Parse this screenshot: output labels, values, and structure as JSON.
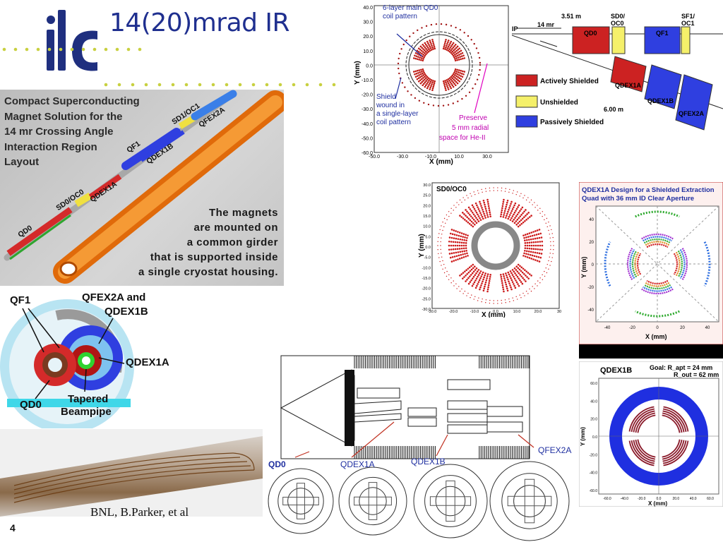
{
  "slide": {
    "title": "14(20)mrad IR",
    "logo_text": "ilc",
    "credit": "BNL, B.Parker, et al",
    "page_number": "4"
  },
  "magnet_photo": {
    "caption_lines": [
      "Compact Superconducting",
      "Magnet Solution for the",
      "14 mr Crossing Angle",
      "Interaction Region",
      "Layout"
    ],
    "note_lines": [
      "The magnets",
      "are mounted on",
      "a common girder",
      "that is supported inside",
      "a single cryostat housing."
    ],
    "labels": [
      "QD0",
      "SD0/OC0",
      "QDEX1A",
      "QF1",
      "QDEX1B",
      "SD1/OC1",
      "QFEX2A"
    ]
  },
  "cross_section": {
    "labels": [
      "QF1",
      "QFEX2A and",
      "QDEX1B",
      "QDEX1A",
      "QD0",
      "Tapered",
      "Beampipe"
    ]
  },
  "plot_qd0": {
    "annotations": [
      "6-layer main QD0",
      "coil pattern",
      "Shield",
      "wound in",
      "a single-layer",
      "coil pattern",
      "Preserve",
      "5 mm radial",
      "space for He-II"
    ],
    "xlabel": "X (mm)",
    "ylabel": "Y (mm)",
    "yticks": [
      "40.0",
      "30.0",
      "20.0",
      "10.0",
      "0.0",
      "-10.0",
      "-20.0",
      "-30.0",
      "-40.0",
      "-50.0",
      "-60.0"
    ],
    "xticks": [
      "-50.0",
      "-30.0",
      "-10.0",
      "10.0",
      "30.0"
    ]
  },
  "layout_diagram": {
    "labels": [
      "IP",
      "14 mr",
      "3.51 m",
      "QD0",
      "SD0/",
      "OC0",
      "QF1",
      "SF1/",
      "OC1",
      "QDEX1A",
      "QDEX1B",
      "QFEX2A",
      "6.00 m"
    ],
    "legend": [
      "Actively Shielded",
      "Unshielded",
      "Passively Shielded"
    ],
    "colors": {
      "active": "#cc2222",
      "unshielded": "#f5f06a",
      "passive": "#2f3fe0"
    }
  },
  "plot_sd0": {
    "title": "SD0/OC0",
    "xlabel": "X (mm)",
    "ylabel": "Y (mm)",
    "yticks": [
      "30.0",
      "25.0",
      "20.0",
      "15.0",
      "10.0",
      "5.0",
      "0.0",
      "-5.0",
      "-10.0",
      "-15.0",
      "-20.0",
      "-25.0",
      "-30.0"
    ],
    "xticks": [
      "-30.0",
      "-20.0",
      "-10.0",
      "0.0",
      "10.0",
      "20.0",
      "30"
    ]
  },
  "plot_qdex1a": {
    "title_lines": [
      "QDEX1A Design for a Shielded Extraction",
      "Quad with 36 mm ID Clear Aperture"
    ],
    "xlabel": "X (mm)",
    "ylabel": "Y (mm)",
    "yticks": [
      "40",
      "20",
      "0",
      "-20",
      "-40"
    ],
    "xticks": [
      "-40",
      "-20",
      "0",
      "20",
      "40"
    ]
  },
  "plot_qdex1b": {
    "title": "QDEX1B",
    "goal_lines": [
      "Goal: R_apt = 24 mm",
      "R_out = 62 mm"
    ],
    "xlabel": "X (mm)",
    "ylabel": "Y (mm)",
    "yticks": [
      "60.0",
      "40.0",
      "20.0",
      "0.0",
      "-20.0",
      "-40.0",
      "-60.0"
    ],
    "xticks": [
      "-60.0",
      "-40.0",
      "-20.0",
      "0.0",
      "20.0",
      "40.0",
      "60.0"
    ]
  },
  "cad": {
    "labels": [
      "QD0",
      "QDEX1A",
      "QDEX1B",
      "QFEX2A"
    ]
  }
}
